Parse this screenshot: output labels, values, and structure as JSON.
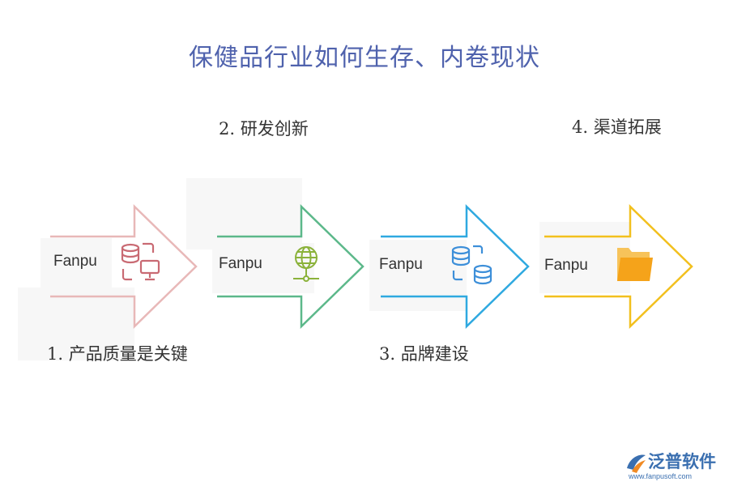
{
  "title": "保健品行业如何生存、内卷现状",
  "steps": [
    {
      "label": "1.  产品质量是关键",
      "box_text": "Fanpu",
      "color": "#e8b8b8",
      "icon": "database-monitor-icon",
      "icon_color": "#c96a73"
    },
    {
      "label": "2.  研发创新",
      "box_text": "Fanpu",
      "color": "#5cb88a",
      "icon": "globe-network-icon",
      "icon_color": "#8bb23a"
    },
    {
      "label": "3.  品牌建设",
      "box_text": "Fanpu",
      "color": "#2fa9e0",
      "icon": "database-sync-icon",
      "icon_color": "#3d8fd9"
    },
    {
      "label": "4.  渠道拓展",
      "box_text": "Fanpu",
      "color": "#f2c01e",
      "icon": "folder-icon",
      "icon_color": "#f5a31a"
    }
  ],
  "brand": {
    "name": "泛普软件",
    "url": "www.fanpusoft.com"
  }
}
